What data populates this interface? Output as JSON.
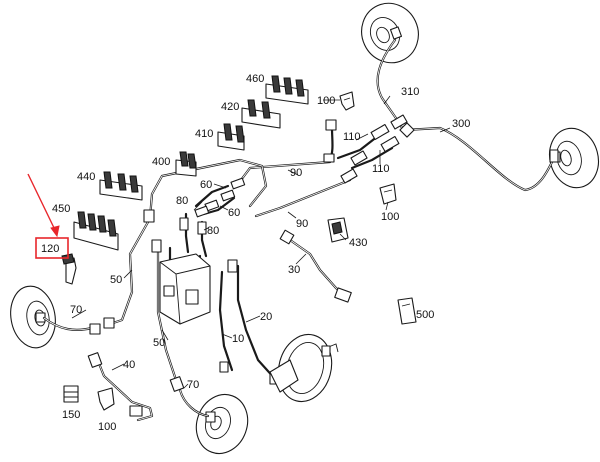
{
  "diagram": {
    "callouts": [
      {
        "id": "c460",
        "text": "460"
      },
      {
        "id": "c420",
        "text": "420"
      },
      {
        "id": "c410",
        "text": "410"
      },
      {
        "id": "c400",
        "text": "400"
      },
      {
        "id": "c440",
        "text": "440"
      },
      {
        "id": "c450",
        "text": "450"
      },
      {
        "id": "c120",
        "text": "120"
      },
      {
        "id": "c100a",
        "text": "100"
      },
      {
        "id": "c310",
        "text": "310"
      },
      {
        "id": "c300",
        "text": "300"
      },
      {
        "id": "c110a",
        "text": "110"
      },
      {
        "id": "c110b",
        "text": "110"
      },
      {
        "id": "c100b",
        "text": "100"
      },
      {
        "id": "c90a",
        "text": "90"
      },
      {
        "id": "c90b",
        "text": "90"
      },
      {
        "id": "c60a",
        "text": "60"
      },
      {
        "id": "c60b",
        "text": "60"
      },
      {
        "id": "c80a",
        "text": "80"
      },
      {
        "id": "c80b",
        "text": "80"
      },
      {
        "id": "c430",
        "text": "430"
      },
      {
        "id": "c30",
        "text": "30"
      },
      {
        "id": "c50a",
        "text": "50"
      },
      {
        "id": "c50b",
        "text": "50"
      },
      {
        "id": "c70a",
        "text": "70"
      },
      {
        "id": "c70b",
        "text": "70"
      },
      {
        "id": "c20",
        "text": "20"
      },
      {
        "id": "c10",
        "text": "10"
      },
      {
        "id": "c40",
        "text": "40"
      },
      {
        "id": "c500",
        "text": "500"
      },
      {
        "id": "c150",
        "text": "150"
      },
      {
        "id": "c100c",
        "text": "100"
      }
    ],
    "highlight_label": "120",
    "colors": {
      "highlight": "#e8262b",
      "line": "#1a1a1a",
      "background": "#ffffff"
    }
  }
}
